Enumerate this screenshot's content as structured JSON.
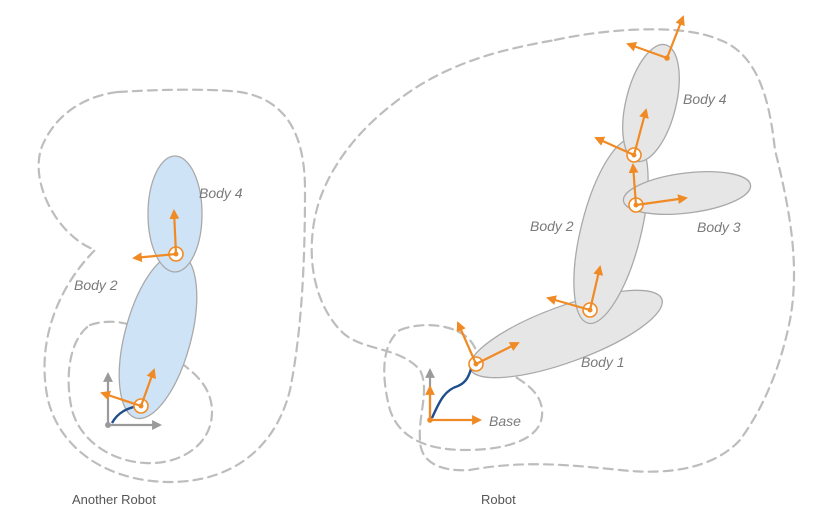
{
  "colors": {
    "frame_arrow": "#f08a24",
    "joint_curve": "#1f4e8c",
    "grey_axis": "#9a9a9a",
    "body_blue_fill": "#cfe3f7",
    "body_grey_fill": "#e6e6e6",
    "body_stroke": "#a9a9a9",
    "dashed_boundary": "#bdbdbd"
  },
  "another_robot": {
    "caption": "Another Robot",
    "body_labels": {
      "body4": "Body 4",
      "body2": "Body 2"
    }
  },
  "robot": {
    "caption": "Robot",
    "body_labels": {
      "body4": "Body 4",
      "body3": "Body 3",
      "body2": "Body 2",
      "body1": "Body 1",
      "base": "Base"
    }
  }
}
